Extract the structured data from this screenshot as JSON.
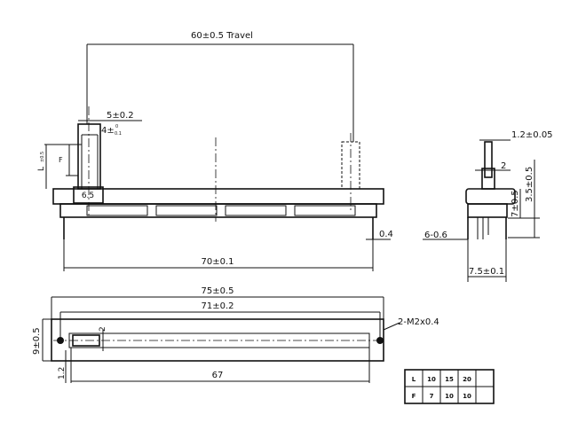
{
  "title": "Slide potentiometer dimension drawing",
  "front_view": {
    "travel": "60±0.5 Travel",
    "lever_width": "5±0.2",
    "lever_inner": "4±",
    "lever_inner_tol_upper": "0",
    "lever_inner_tol_lower": "0.1",
    "lever_height_label": "L",
    "lever_height_tol": "±0.5",
    "lever_f_label": "F",
    "base_width": "6.5",
    "body_length": "70±0.1",
    "pin_offset": "0.4"
  },
  "side_view": {
    "shaft_thickness": "1.2±0.05",
    "shaft_width": "2",
    "height_upper": "3.5±0.5",
    "height_body": "7±0.5",
    "pin_spacing": "6-0.6",
    "body_width": "7.5±0.1"
  },
  "bottom_view": {
    "overall_length": "75±0.5",
    "hole_spacing": "71±0.2",
    "mount_holes": "2-M2x0.4",
    "width": "9±0.5",
    "edge": "1.2",
    "slot_length": "67",
    "slot_width": "2"
  },
  "table": {
    "rows": [
      {
        "label": "L",
        "values": [
          "10",
          "15",
          "20",
          ""
        ]
      },
      {
        "label": "F",
        "values": [
          "7",
          "10",
          "10",
          ""
        ]
      }
    ]
  }
}
